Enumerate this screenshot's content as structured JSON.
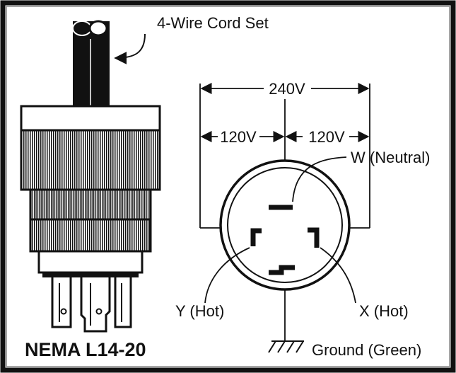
{
  "labels": {
    "cord_set": "4-Wire Cord Set",
    "v240": "240V",
    "v120_left": "120V",
    "v120_right": "120V",
    "neutral": "W (Neutral)",
    "hot_y": "Y (Hot)",
    "hot_x": "X (Hot)",
    "ground": "Ground (Green)",
    "title": "NEMA L14-20"
  },
  "colors": {
    "ink": "#111111",
    "border": "#777777",
    "paper": "#ffffff"
  }
}
